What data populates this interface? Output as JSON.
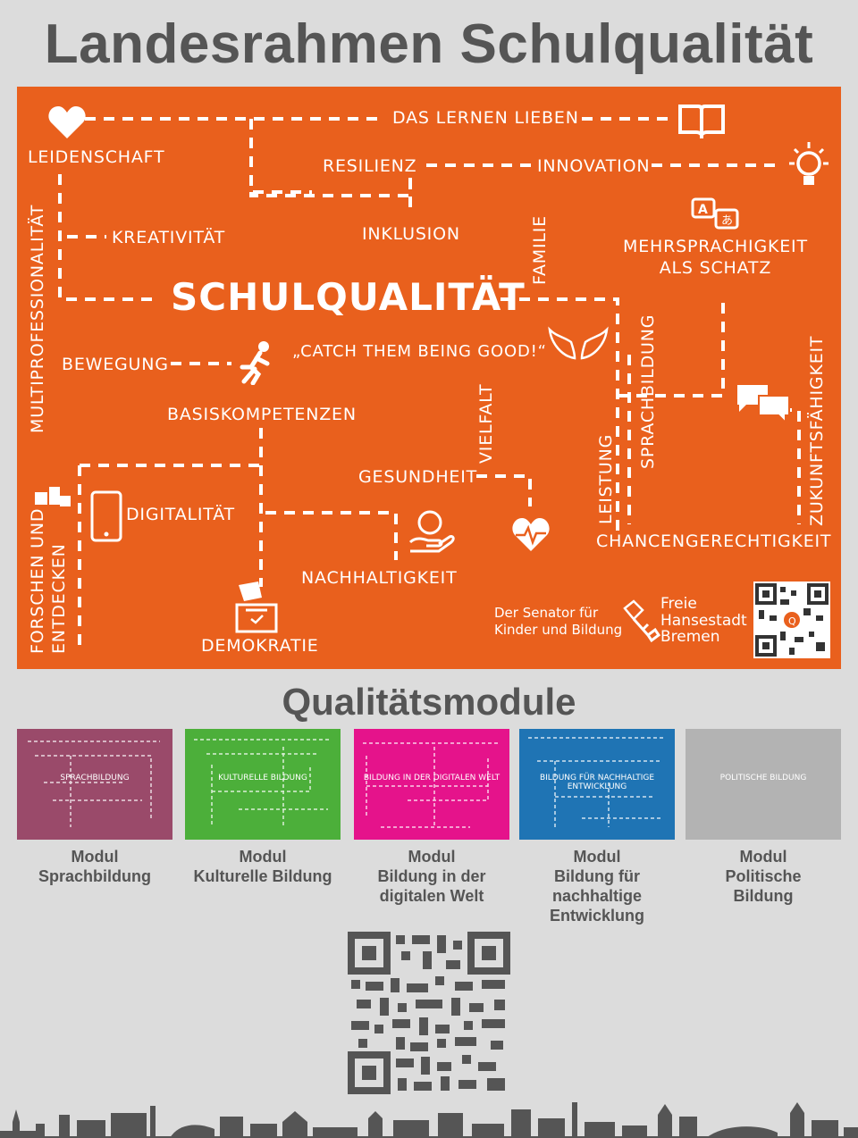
{
  "title": "Landesrahmen Schulqualität",
  "map": {
    "center": "SCHULQUALITÄT",
    "terms": {
      "das_lernen_lieben": "DAS LERNEN LIEBEN",
      "leidenschaft": "LEIDENSCHAFT",
      "resilienz": "RESILIENZ",
      "innovation": "INNOVATION",
      "kreativitaet": "KREATIVITÄT",
      "inklusion": "INKLUSION",
      "familie": "FAMILIE",
      "mehrsprachigkeit": "MEHRSPRACHIGKEIT\nALS SCHATZ",
      "multiprofessionalitaet": "MULTIPROFESSIONALITÄT",
      "catch": "„CATCH THEM BEING GOOD!“",
      "bewegung": "BEWEGUNG",
      "sprachbildung": "SPRACHBILDUNG",
      "zukunftsfaehigkeit": "ZUKUNFTSFÄHIGKEIT",
      "basiskompetenzen": "BASISKOMPETENZEN",
      "vielfalt": "VIELFALT",
      "gesundheit": "GESUNDHEIT",
      "leistung": "LEISTUNG",
      "digitalitaet": "DIGITALITÄT",
      "chancengerechtigkeit": "CHANCENGERECHTIGKEIT",
      "forschen": "FORSCHEN UND",
      "entdecken": "ENTDECKEN",
      "nachhaltigkeit": "NACHHALTIGKEIT",
      "demokratie": "DEMOKRATIE"
    },
    "senator": "Der Senator für\nKinder und Bildung",
    "bremen": "Freie\nHansestadt\nBremen",
    "icons": [
      "heart-icon",
      "book-icon",
      "lightbulb-icon",
      "translate-icon",
      "runner-icon",
      "wings-icon",
      "speech-bubbles-icon",
      "tablet-icon",
      "microscope-icon",
      "heartbeat-icon",
      "hand-globe-icon",
      "ballot-box-icon",
      "bremen-key-icon",
      "qr-code-icon"
    ]
  },
  "modules_title": "Qualitätsmodule",
  "modules": [
    {
      "caption": "Modul\nSprachbildung",
      "color": "#9a4a6a",
      "thumb_text": "SPRACHBILDUNG"
    },
    {
      "caption": "Modul\nKulturelle Bildung",
      "color": "#4caf3a",
      "thumb_text": "KULTURELLE BILDUNG"
    },
    {
      "caption": "Modul\nBildung in der\ndigitalen Welt",
      "color": "#e5138b",
      "thumb_text": "BILDUNG IN DER DIGITALEN WELT"
    },
    {
      "caption": "Modul\nBildung für\nnachhaltige\nEntwicklung",
      "color": "#1f74b4",
      "thumb_text": "BILDUNG FÜR NACHHALTIGE ENTWICKLUNG"
    },
    {
      "caption": "Modul\nPolitische\nBildung",
      "color": "#b3b3b3",
      "thumb_text": "POLITISCHE BILDUNG"
    }
  ],
  "colors": {
    "orange": "#e9601d",
    "gray_text": "#555555",
    "background": "#dcdcdc"
  }
}
